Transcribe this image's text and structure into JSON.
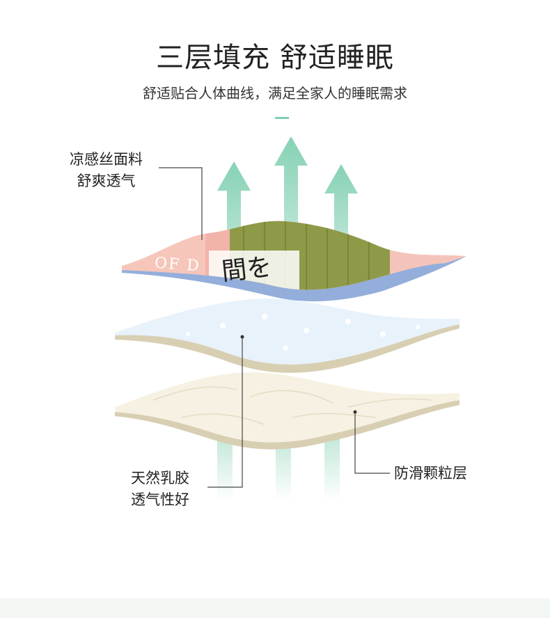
{
  "header": {
    "title": "三层填充 舒适睡眠",
    "subtitle": "舒适贴合人体曲线，满足全家人的睡眠需求"
  },
  "layers": {
    "top": {
      "line1": "凉感丝面料",
      "line2": "舒爽透气"
    },
    "middle": {
      "line1": "天然乳胶",
      "line2": "透气性好"
    },
    "bottom": {
      "line1": "防滑颗粒层"
    }
  },
  "fabric_print": {
    "kanji": "間を",
    "latin": "OF D"
  },
  "colors": {
    "accent": "#7fcfb0",
    "fabric_pink": "#f2b3a8",
    "fabric_olive": "#8f9a48",
    "fabric_blue": "#93aedb",
    "latex_blue": "#e8f2fb",
    "bottom_cream": "#f6f1e2",
    "layer_edge": "#d8cfb3"
  }
}
